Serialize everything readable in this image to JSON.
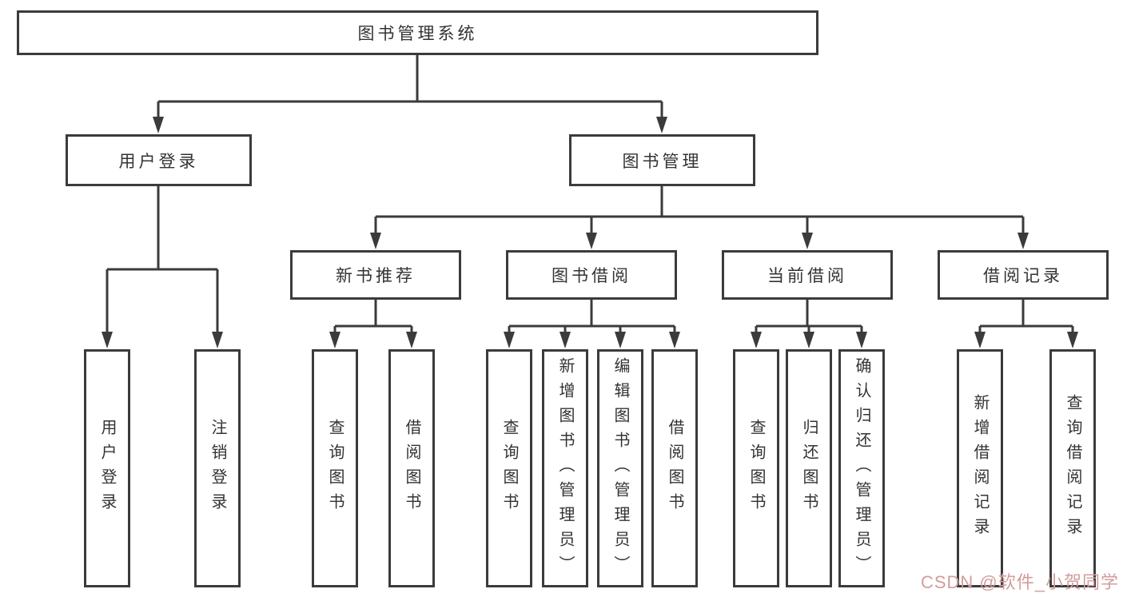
{
  "tree": {
    "root": {
      "label": "图书管理系统"
    },
    "user_login": {
      "label": "用户登录",
      "children": [
        {
          "label": "用户登录"
        },
        {
          "label": "注销登录"
        }
      ]
    },
    "book_management": {
      "label": "图书管理",
      "sections": [
        {
          "label": "新书推荐",
          "children": [
            {
              "label": "查询图书"
            },
            {
              "label": "借阅图书"
            }
          ]
        },
        {
          "label": "图书借阅",
          "children": [
            {
              "label": "查询图书"
            },
            {
              "label": "新增图书（管理员）"
            },
            {
              "label": "编辑图书（管理员）"
            },
            {
              "label": "借阅图书"
            }
          ]
        },
        {
          "label": "当前借阅",
          "children": [
            {
              "label": "查询图书"
            },
            {
              "label": "归还图书"
            },
            {
              "label": "确认归还（管理员）"
            }
          ]
        },
        {
          "label": "借阅记录",
          "children": [
            {
              "label": "新增借阅记录"
            },
            {
              "label": "查询借阅记录"
            }
          ]
        }
      ]
    }
  },
  "watermark": {
    "text": "CSDN @软件_小贺同学",
    "color": "#D49C9C"
  },
  "colors": {
    "line": "#3B3B3B",
    "border": "#3B3B3B",
    "text": "#333333",
    "background": "#FFFFFF"
  }
}
